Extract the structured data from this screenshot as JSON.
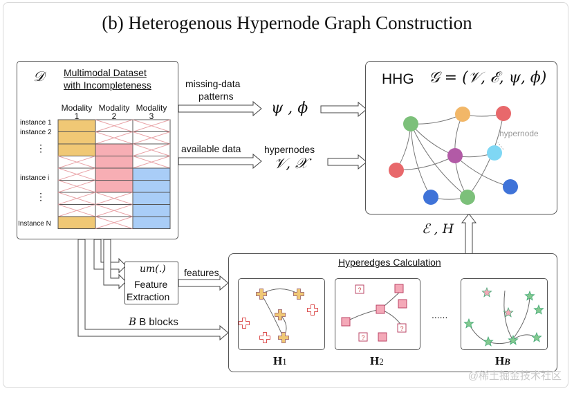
{
  "title": "(b) Heterogenous Hypernode Graph Construction",
  "dataset": {
    "symbol": "𝒟",
    "title_line1": "Multimodal Dataset",
    "title_line2": "with Incompleteness",
    "modalities": [
      {
        "name": "Modality",
        "index": "1"
      },
      {
        "name": "Modality",
        "index": "2"
      },
      {
        "name": "Modality",
        "index": "3"
      }
    ],
    "instances": [
      "instance 1",
      "instance 2",
      "⋮",
      "instance i",
      "⋮",
      "Instance N"
    ],
    "rows": [
      [
        "present",
        "missing",
        "missing"
      ],
      [
        "present",
        "missing",
        "missing"
      ],
      [
        "present",
        "present",
        "missing"
      ],
      [
        "missing",
        "present",
        "missing"
      ],
      [
        "missing",
        "present",
        "present"
      ],
      [
        "missing",
        "present",
        "present"
      ],
      [
        "missing",
        "missing",
        "present"
      ],
      [
        "missing",
        "missing",
        "present"
      ],
      [
        "present",
        "missing",
        "present"
      ]
    ],
    "colors": {
      "modality1": "#f0c875",
      "modality2": "#f7aeb4",
      "modality3": "#a9cdf7",
      "cross": "#e9a4a8"
    }
  },
  "flows": {
    "missing_label_line1": "missing-data",
    "missing_label_line2": "patterns",
    "missing_result": "ψ , ϕ",
    "available_label": "available data",
    "available_result_title": "hypernodes",
    "available_result": "𝒱, 𝒳",
    "features_label": "features",
    "blocks_label": "B blocks",
    "edges_result": "ℰ , H"
  },
  "extraction": {
    "func": "𝑢𝑚(.)",
    "line1": "Feature",
    "line2": "Extraction"
  },
  "hhg": {
    "label": "HHG",
    "formula": "𝒢 = (𝒱, ℰ, ψ, ϕ)",
    "hypernode_label": "hypernode",
    "node_colors": {
      "green": "#7cc07a",
      "orange": "#f2b768",
      "red": "#e8686b",
      "purple": "#b25aa6",
      "cyan": "#7fd7f4",
      "blue": "#3f73d8"
    }
  },
  "hyperedges": {
    "title": "Hyperedges Calculation",
    "blocks": [
      {
        "label": "H",
        "sub": "1"
      },
      {
        "label": "H",
        "sub": "2"
      },
      {
        "label": "H",
        "sub": "B"
      }
    ],
    "ellipsis": "......",
    "missing_glyph": "?",
    "colors": {
      "cross": "#f0c875",
      "square": "#f4a9b8",
      "star": "#84c98f"
    }
  },
  "watermark": "@稀土掘金技术社区"
}
